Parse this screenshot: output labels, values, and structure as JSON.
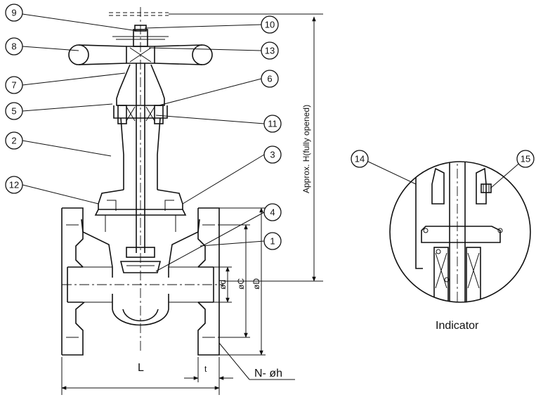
{
  "balloons": {
    "b1": "1",
    "b2": "2",
    "b3": "3",
    "b4": "4",
    "b5": "5",
    "b6": "6",
    "b7": "7",
    "b8": "8",
    "b9": "9",
    "b10": "10",
    "b11": "11",
    "b12": "12",
    "b13": "13",
    "b14": "14",
    "b15": "15"
  },
  "dimensions": {
    "height": "Approx. H(fully opened)",
    "bore": "ød",
    "pitch_circle": "øC",
    "flange_od": "øD",
    "face_to_face": "L",
    "flange_thickness": "t",
    "bolt_holes": "N- øh"
  },
  "detail": {
    "caption": "Indicator"
  }
}
